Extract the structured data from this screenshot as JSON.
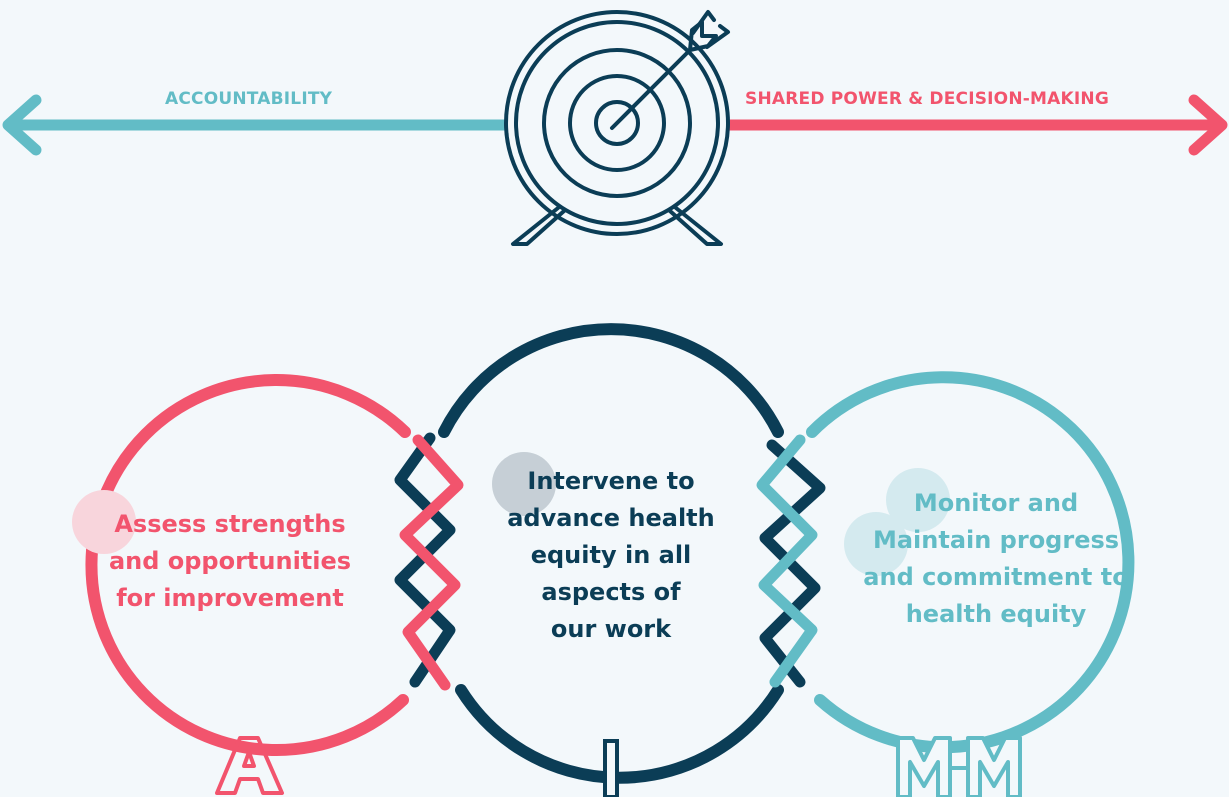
{
  "colors": {
    "teal": "#62bcc6",
    "coral": "#f2546d",
    "navy": "#0b3d56",
    "background": "#f3f8fb"
  },
  "arrows": {
    "left_label": "ACCOUNTABILITY",
    "right_label": "SHARED POWER & DECISION-MAKING"
  },
  "target": {
    "icon": "target-with-arrow-icon"
  },
  "circles": {
    "assess": {
      "letter": "A",
      "lines": [
        "Assess strengths",
        "and opportunities",
        "for improvement"
      ]
    },
    "intervene": {
      "letter": "I",
      "lines": [
        "Intervene to",
        "advance health",
        "equity in all",
        "aspects of",
        "our work"
      ]
    },
    "monitor": {
      "letter": "MM",
      "lines": [
        "Monitor and",
        "Maintain progress",
        "and commitment to",
        "health equity"
      ]
    }
  }
}
